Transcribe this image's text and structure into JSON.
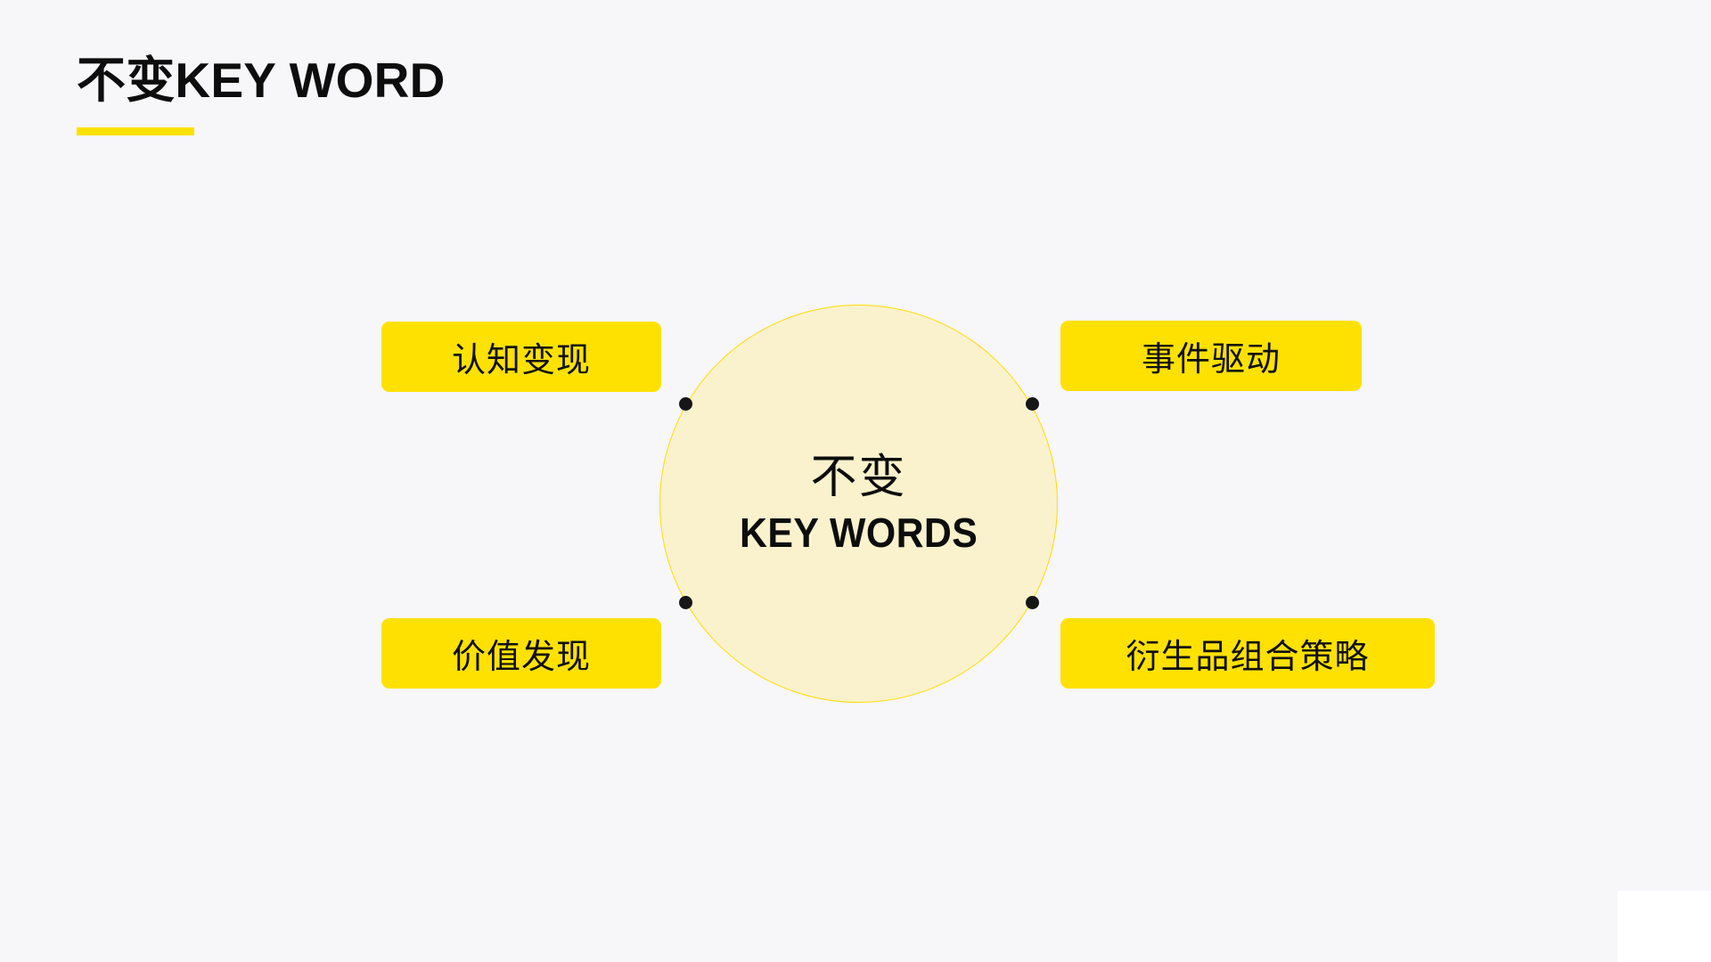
{
  "slide": {
    "background_color": "#f7f6f9",
    "accent_color": "#ffe100",
    "hub_fill_color": "#faf2cd",
    "hub_border_color": "#ffdd00",
    "dot_color": "#161616",
    "text_color": "#0d0d0d"
  },
  "header": {
    "title": "不变KEY WORD",
    "underline_color": "#ffe100"
  },
  "diagram": {
    "hub": {
      "line1": "不变",
      "line2": "KEY WORDS"
    },
    "nodes": [
      {
        "id": "top-left",
        "label": "认知变现",
        "position": "top-left"
      },
      {
        "id": "top-right",
        "label": "事件驱动",
        "position": "top-right"
      },
      {
        "id": "bottom-left",
        "label": "价值发现",
        "position": "bottom-left"
      },
      {
        "id": "bottom-right",
        "label": "衍生品组合策略",
        "position": "bottom-right"
      }
    ],
    "connector_dots": 4
  }
}
